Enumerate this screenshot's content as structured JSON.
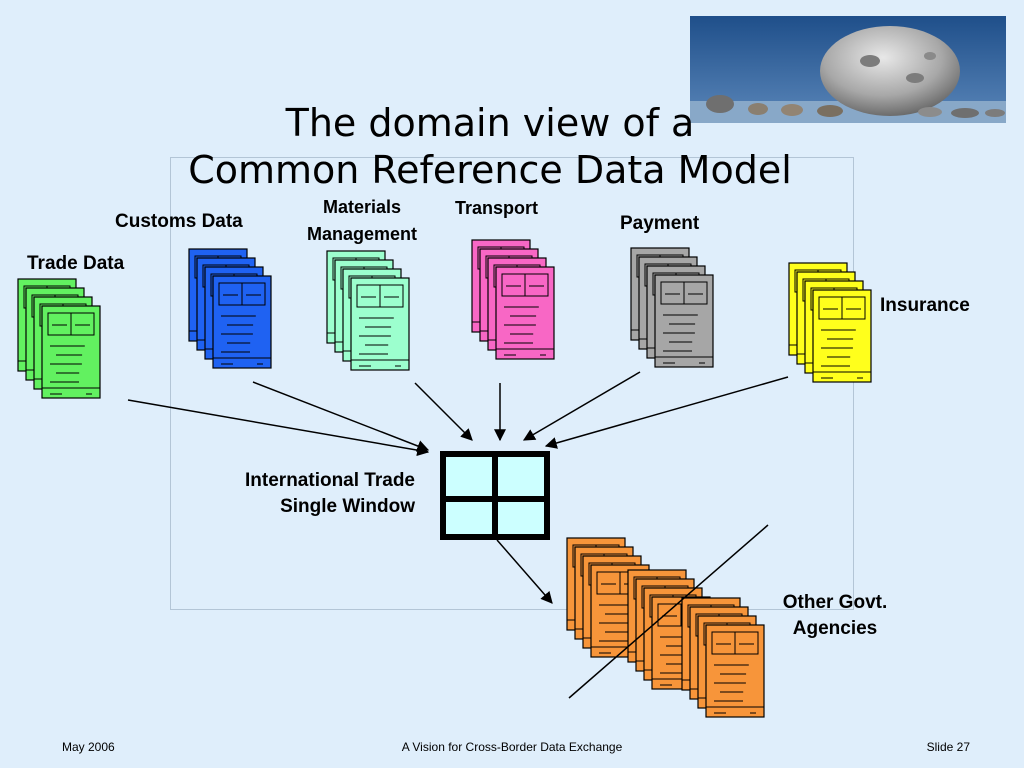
{
  "slide": {
    "title_line1": "The domain view of a",
    "title_line2": "Common Reference Data Model"
  },
  "domains": {
    "customs": {
      "label": "Customs Data",
      "color": "#1f62f2"
    },
    "trade": {
      "label": "Trade Data",
      "color": "#62f160"
    },
    "materials": {
      "label_line1": "Materials",
      "label_line2": "Management",
      "color": "#9cffce"
    },
    "transport": {
      "label": "Transport",
      "color": "#f867c5"
    },
    "payment": {
      "label": "Payment",
      "color": "#a6a6a6"
    },
    "insurance": {
      "label": "Insurance",
      "color": "#ffff1c"
    },
    "other_govt": {
      "label_line1": "Other Govt.",
      "label_line2": "Agencies",
      "color": "#f7953a"
    }
  },
  "single_window": {
    "label_line1": "International Trade",
    "label_line2": "Single Window",
    "fill": "#ccffff"
  },
  "footer": {
    "date": "May 2006",
    "center": "A Vision for Cross-Border Data Exchange",
    "slide_number": "Slide 27"
  },
  "colors": {
    "background": "#dfeefb",
    "frame": "#b3c5d6"
  }
}
